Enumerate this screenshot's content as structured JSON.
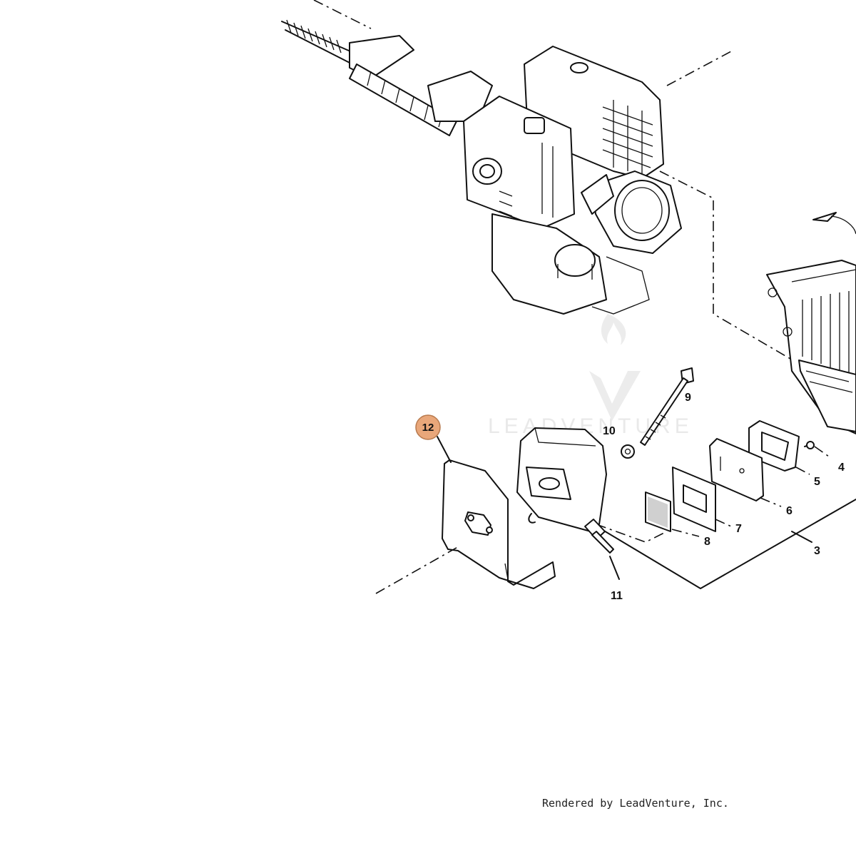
{
  "watermark": {
    "text": "LEADVENTURE"
  },
  "credit": "Rendered by LeadVenture, Inc.",
  "highlight_color": "#e9a77a",
  "callouts": {
    "c3": "3",
    "c4": "4",
    "c5": "5",
    "c6": "6",
    "c7": "7",
    "c8": "8",
    "c9": "9",
    "c10": "10",
    "c11": "11",
    "c12": "12"
  }
}
